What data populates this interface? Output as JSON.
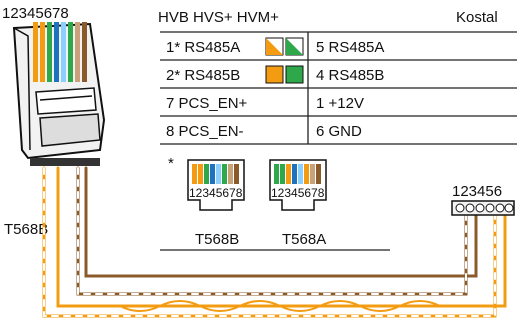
{
  "pinout_left": "12345678",
  "header": {
    "left": "HVB HVS+ HVM+",
    "right": "Kostal"
  },
  "rows": [
    {
      "left": "1* RS485A",
      "right": "5 RS485A",
      "swatch": [
        "#f39c12",
        "#2ea84a"
      ],
      "striped": true
    },
    {
      "left": "2* RS485B",
      "right": "4 RS485B",
      "swatch": [
        "#f39c12",
        "#2ea84a"
      ],
      "striped": false
    },
    {
      "left": "7   PCS_EN+",
      "right": "1 +12V"
    },
    {
      "left": "8   PCS_EN-",
      "right": "6 GND"
    }
  ],
  "footnote_mark": "*",
  "jack_a": {
    "pins": "12345678",
    "label": "T568B"
  },
  "jack_b": {
    "pins": "12345678",
    "label": "T568A"
  },
  "cable_label": "T568B",
  "terminal_pins": "123456",
  "colors": {
    "orange": "#f39c12",
    "green": "#2ea84a",
    "blue": "#1e73be",
    "brown": "#8b5a2b",
    "grey": "#b0b0b0"
  }
}
